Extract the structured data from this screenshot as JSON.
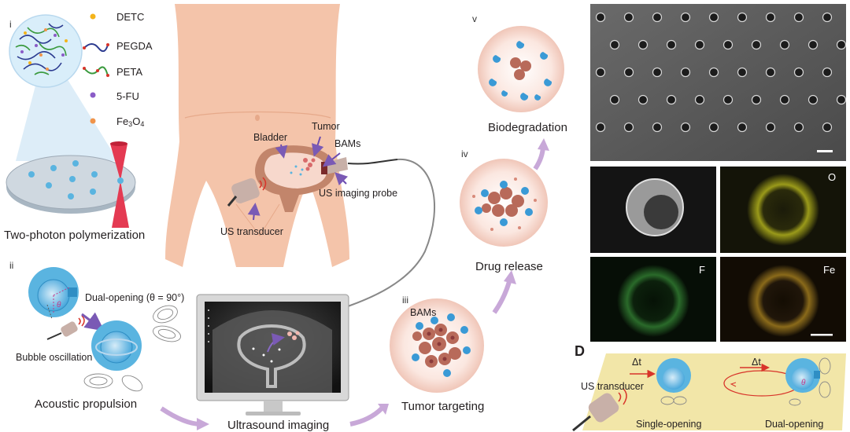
{
  "roman": {
    "i": "i",
    "ii": "ii",
    "iii": "iii",
    "iv": "iv",
    "v": "v"
  },
  "legend": [
    {
      "label": "DETC",
      "color": "#f4b41a"
    },
    {
      "label": "PEGDA",
      "color": "#2b3a8f"
    },
    {
      "label": "PETA",
      "color": "#3a9a3e"
    },
    {
      "label": "5-FU",
      "color": "#8a5cc7"
    },
    {
      "label": "Fe3O4",
      "color": "#f0944a"
    }
  ],
  "fabrication": {
    "caption": "Two-photon polymerization"
  },
  "propulsion": {
    "dual_opening": "Dual-opening (θ = 90°)",
    "theta": "θ",
    "bubble": "Bubble oscillation",
    "caption": "Acoustic propulsion"
  },
  "body": {
    "bladder": "Bladder",
    "tumor": "Tumor",
    "bams": "BAMs",
    "probe": "US imaging probe",
    "transducer": "US transducer"
  },
  "imaging": {
    "caption": "Ultrasound imaging"
  },
  "steps": {
    "targeting": "Tumor targeting",
    "targeting_label": "BAMs",
    "release": "Drug release",
    "degradation": "Biodegradation"
  },
  "sem": {
    "O": "O",
    "F": "F",
    "Fe": "Fe"
  },
  "panel_d": {
    "letter": "D",
    "dt1": "Δt",
    "dt2": "Δt",
    "transducer": "US transducer",
    "single": "Single-opening",
    "dual": "Dual-opening",
    "theta": "θ"
  },
  "colors": {
    "skin": "#f4c4aa",
    "bubble": "#5ab4e0",
    "bladder": "#c2856b",
    "arrow": "#c8a8d8",
    "plate": "#f2e6a8"
  }
}
